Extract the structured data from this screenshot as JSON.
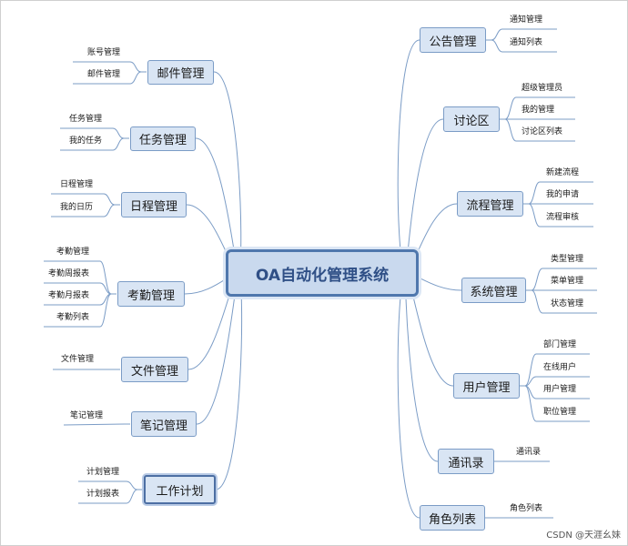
{
  "root": {
    "label": "OA自动化管理系统"
  },
  "left_branches": [
    {
      "label": "邮件管理",
      "leaves": [
        "账号管理",
        "邮件管理"
      ]
    },
    {
      "label": "任务管理",
      "leaves": [
        "任务管理",
        "我的任务"
      ]
    },
    {
      "label": "日程管理",
      "leaves": [
        "日程管理",
        "我的日历"
      ]
    },
    {
      "label": "考勤管理",
      "leaves": [
        "考勤管理",
        "考勤周报表",
        "考勤月报表",
        "考勤列表"
      ]
    },
    {
      "label": "文件管理",
      "leaves": [
        "文件管理"
      ]
    },
    {
      "label": "笔记管理",
      "leaves": [
        "笔记管理"
      ]
    },
    {
      "label": "工作计划",
      "leaves": [
        "计划管理",
        "计划报表"
      ]
    }
  ],
  "right_branches": [
    {
      "label": "公告管理",
      "leaves": [
        "通知管理",
        "通知列表"
      ]
    },
    {
      "label": "讨论区",
      "leaves": [
        "超级管理员",
        "我的管理",
        "讨论区列表"
      ]
    },
    {
      "label": "流程管理",
      "leaves": [
        "新建流程",
        "我的申请",
        "流程审核"
      ]
    },
    {
      "label": "系统管理",
      "leaves": [
        "类型管理",
        "菜单管理",
        "状态管理"
      ]
    },
    {
      "label": "用户管理",
      "leaves": [
        "部门管理",
        "在线用户",
        "用户管理",
        "职位管理"
      ]
    },
    {
      "label": "通讯录",
      "leaves": [
        "通讯录"
      ]
    },
    {
      "label": "角色列表",
      "leaves": [
        "角色列表"
      ]
    }
  ],
  "watermark": "CSDN @天涯幺妹",
  "colors": {
    "line": "#7b9cc6",
    "node_fill": "#d9e5f4",
    "root_text": "#2f4f86"
  }
}
